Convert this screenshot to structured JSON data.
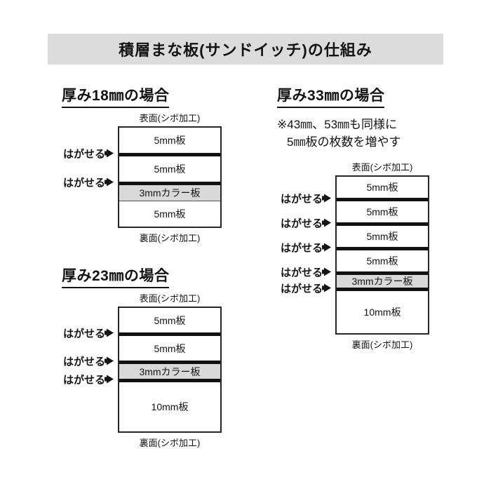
{
  "page": {
    "background_color": "#ffffff",
    "banner_color": "#dcdcdc",
    "color_board_fill": "#d9d9d9",
    "line_color": "#262626"
  },
  "header": {
    "title": "積層まな板(サンドイッチ)の仕組み"
  },
  "labels": {
    "surface": "表面(シボ加工)",
    "back": "裏面(シボ加工)",
    "peel": "はがせる",
    "peel_arrow_icon": "arrow-right-icon"
  },
  "sections": [
    {
      "id": "thickness-18",
      "heading": "厚み18㎜の場合",
      "surface_label": "表面(シボ加工)",
      "back_label": "裏面(シボ加工)",
      "layers": [
        {
          "label": "5mm板",
          "thickness_mm": 5,
          "type": "plain"
        },
        {
          "label": "5mm板",
          "thickness_mm": 5,
          "type": "plain"
        },
        {
          "label": "3mmカラー板",
          "thickness_mm": 3,
          "type": "color"
        },
        {
          "label": "5mm板",
          "thickness_mm": 5,
          "type": "plain"
        }
      ],
      "peel_points": [
        {
          "label": "はがせる",
          "after_layer_index": 0
        },
        {
          "label": "はがせる",
          "after_layer_index": 1
        }
      ]
    },
    {
      "id": "thickness-23",
      "heading": "厚み23㎜の場合",
      "surface_label": "表面(シボ加工)",
      "back_label": "裏面(シボ加工)",
      "layers": [
        {
          "label": "5mm板",
          "thickness_mm": 5,
          "type": "plain"
        },
        {
          "label": "5mm板",
          "thickness_mm": 5,
          "type": "plain"
        },
        {
          "label": "3mmカラー板",
          "thickness_mm": 3,
          "type": "color"
        },
        {
          "label": "10mm板",
          "thickness_mm": 10,
          "type": "plain"
        }
      ],
      "peel_points": [
        {
          "label": "はがせる",
          "after_layer_index": 0
        },
        {
          "label": "はがせる",
          "after_layer_index": 1
        },
        {
          "label": "はがせる",
          "after_layer_index": 2
        }
      ]
    },
    {
      "id": "thickness-33",
      "heading": "厚み33㎜の場合",
      "note_line_1": "※43㎜、53㎜も同様に",
      "note_line_2": "5㎜板の枚数を増やす",
      "surface_label": "表面(シボ加工)",
      "back_label": "裏面(シボ加工)",
      "layers": [
        {
          "label": "5mm板",
          "thickness_mm": 5,
          "type": "plain"
        },
        {
          "label": "5mm板",
          "thickness_mm": 5,
          "type": "plain"
        },
        {
          "label": "5mm板",
          "thickness_mm": 5,
          "type": "plain"
        },
        {
          "label": "5mm板",
          "thickness_mm": 5,
          "type": "plain"
        },
        {
          "label": "3mmカラー板",
          "thickness_mm": 3,
          "type": "color"
        },
        {
          "label": "10mm板",
          "thickness_mm": 10,
          "type": "plain"
        }
      ],
      "peel_points": [
        {
          "label": "はがせる",
          "after_layer_index": 0
        },
        {
          "label": "はがせる",
          "after_layer_index": 1
        },
        {
          "label": "はがせる",
          "after_layer_index": 2
        },
        {
          "label": "はがせる",
          "after_layer_index": 3
        },
        {
          "label": "はがせる",
          "after_layer_index": 4
        }
      ]
    }
  ]
}
